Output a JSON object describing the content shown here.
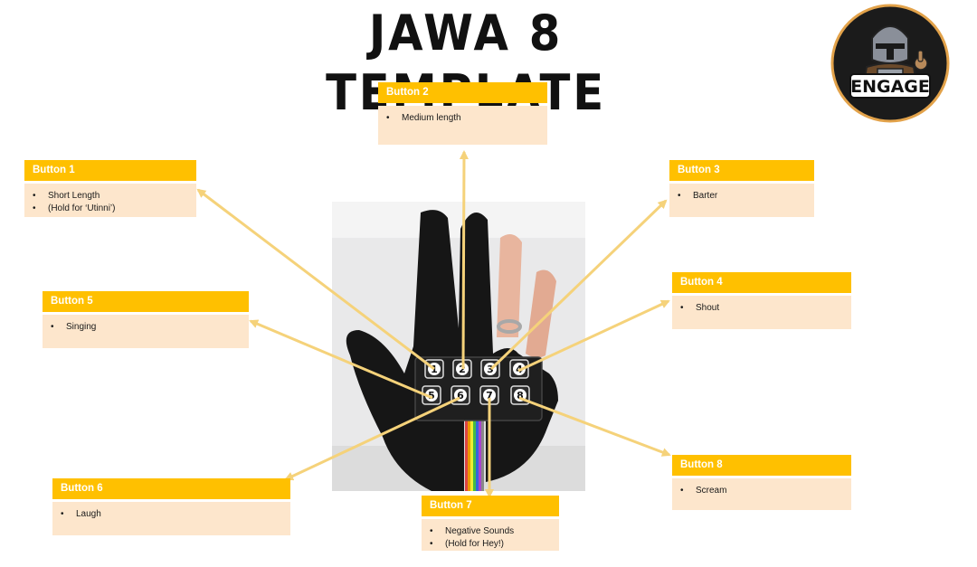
{
  "title": "JAWA 8 TEMPLATE",
  "logo": {
    "text": "ENGAGE",
    "icon": "mandalorian-mascot"
  },
  "photo": {
    "button_numbers": [
      "1",
      "2",
      "3",
      "4",
      "5",
      "6",
      "7",
      "8"
    ]
  },
  "colors": {
    "header": "#ffc000",
    "body": "#fde6cc",
    "arrow": "#f5d27a"
  },
  "buttons": [
    {
      "label": "Button 1",
      "items": [
        "Short Length",
        "(Hold for ‘Utinni’)"
      ]
    },
    {
      "label": "Button 2",
      "items": [
        "Medium length"
      ]
    },
    {
      "label": "Button 3",
      "items": [
        "Barter"
      ]
    },
    {
      "label": "Button 4",
      "items": [
        "Shout"
      ]
    },
    {
      "label": "Button 5",
      "items": [
        "Singing"
      ]
    },
    {
      "label": "Button 6",
      "items": [
        "Laugh"
      ]
    },
    {
      "label": "Button 7",
      "items": [
        "Negative Sounds",
        "(Hold for Hey!)"
      ]
    },
    {
      "label": "Button 8",
      "items": [
        "Scream"
      ]
    }
  ]
}
